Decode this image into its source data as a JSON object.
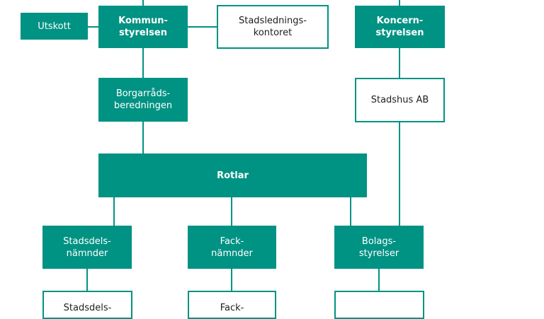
{
  "colors": {
    "teal": "#009283",
    "text_dark": "#1e1e1e",
    "text_light": "#ffffff"
  },
  "nodes": {
    "utskott": "Utskott",
    "kommunstyrelsen": "Kommun-\nstyrelsen",
    "stadsledningskontoret": "Stadslednings-\nkontoret",
    "koncernstyrelsen": "Koncern-\nstyrelsen",
    "borgarradsberedningen": "Borgarråds-\nberedningen",
    "stadshus_ab": "Stadshus AB",
    "rotlar": "Rotlar",
    "stadsdelsnamnder": "Stadsdels-\nnämnder",
    "facknamnder": "Fack-\nnämnder",
    "bolagsstyrelser": "Bolags-\nstyrelser",
    "stadsdel_bottom": "Stadsdels-",
    "fack_bottom": "Fack-",
    "bolag_bottom": ""
  }
}
